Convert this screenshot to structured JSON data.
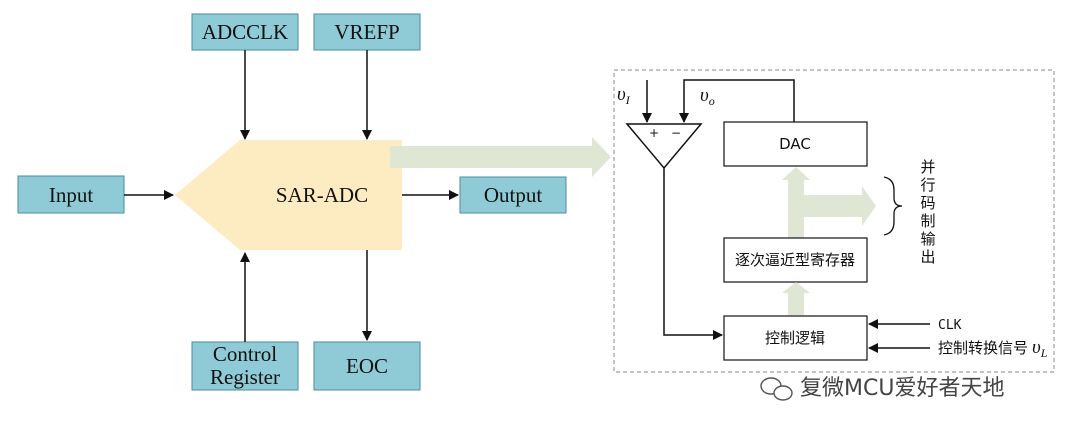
{
  "left_diagram": {
    "top_inputs": [
      "ADCCLK",
      "VREFP"
    ],
    "input": "Input",
    "core": "SAR-ADC",
    "output": "Output",
    "bottom_left_lines": [
      "Control",
      "Register"
    ],
    "bottom_right": "EOC"
  },
  "right_diagram": {
    "vi_label": "υ",
    "vi_sub": "I",
    "vo_label": "υ",
    "vo_sub": "o",
    "plus": "+",
    "minus": "−",
    "dac": "DAC",
    "sar_register": "逐次逼近型寄存器",
    "control_logic": "控制逻辑",
    "parallel_output_chars": [
      "并",
      "行",
      "码",
      "制",
      "输",
      "出"
    ],
    "clk": "CLK",
    "convert_signal": "控制转换信号",
    "vl_label": "υ",
    "vl_sub": "L"
  },
  "watermark": {
    "text": "复微MCU爱好者天地"
  },
  "colors": {
    "box_fill": "#8fcbd6",
    "box_border": "#4e8d9b",
    "core_fill": "#fdebc2",
    "arrow_fill": "#dfe6d3",
    "line": "#111111"
  }
}
